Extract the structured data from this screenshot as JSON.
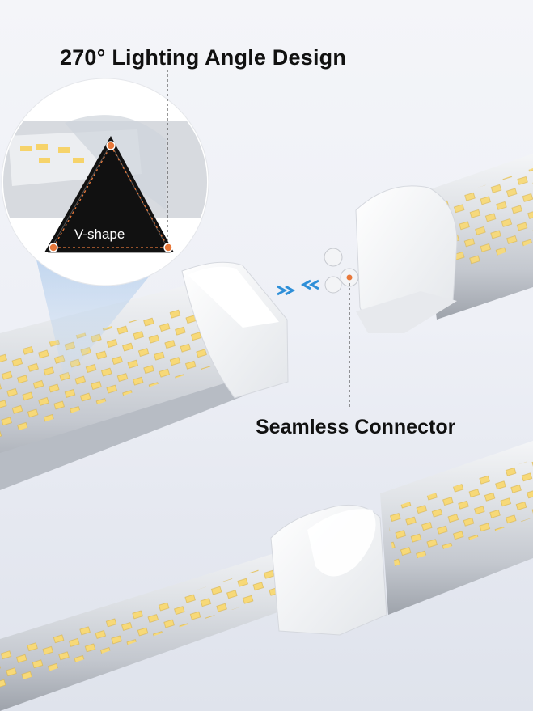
{
  "title": "270° Lighting Angle Design",
  "vshape_label": "V-shape",
  "connector_label": "Seamless Connector",
  "colors": {
    "background": "#eef0f6",
    "led": "#f6d36a",
    "housing": "#ffffff",
    "tube": "#c9ccd3",
    "dot": "#e8783a",
    "arrow": "#2e8fd8"
  },
  "icons": [
    "connect-arrows-icon"
  ]
}
